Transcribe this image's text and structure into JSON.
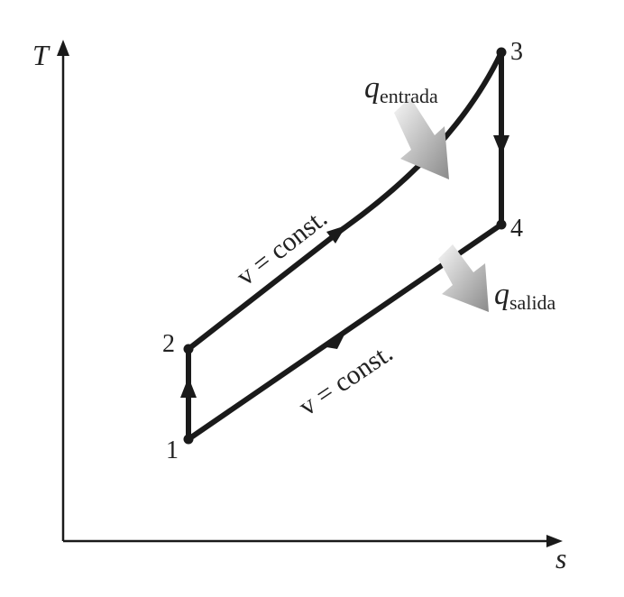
{
  "axes": {
    "x_label": "s",
    "y_label": "T"
  },
  "states": [
    {
      "id": "1",
      "label": "1"
    },
    {
      "id": "2",
      "label": "2"
    },
    {
      "id": "3",
      "label": "3"
    },
    {
      "id": "4",
      "label": "4"
    }
  ],
  "processes": {
    "upper_label": "v = const.",
    "lower_label": "v = const."
  },
  "heat": {
    "in_symbol": "q",
    "in_subscript": "entrada",
    "out_symbol": "q",
    "out_subscript": "salida"
  },
  "colors": {
    "line": "#1a1a1a",
    "heat_arrow_light": "#f4f4f4",
    "heat_arrow_dark": "#8c8c8c"
  }
}
